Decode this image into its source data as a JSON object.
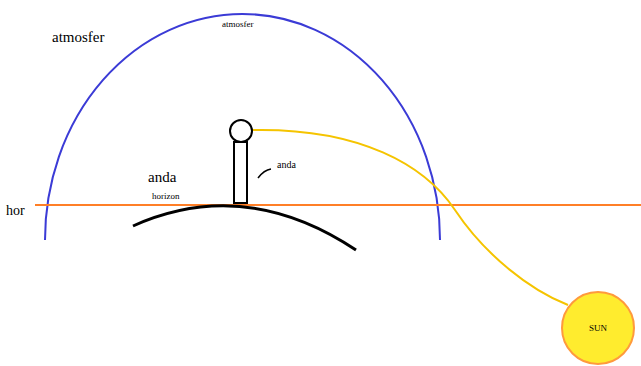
{
  "diagram": {
    "nodes": [
      {
        "text": [
          "SUN"
        ]
      }
    ],
    "labels": [
      "atmosfer",
      "atmosfer",
      "anda",
      "anda",
      "hor",
      "horizon"
    ]
  }
}
